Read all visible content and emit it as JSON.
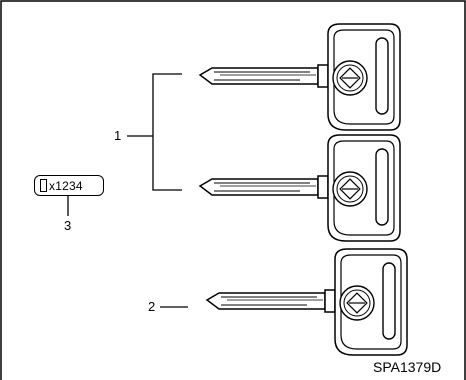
{
  "callouts": {
    "item1": "1",
    "item2": "2",
    "item3": "3"
  },
  "key_number_plate": {
    "text": "x1234",
    "icon": "key-plate-icon"
  },
  "figure_id": "SPA1379D",
  "keys": [
    {
      "name": "master-key-upper",
      "icon": "key-icon"
    },
    {
      "name": "master-key-lower",
      "icon": "key-icon"
    },
    {
      "name": "valet-key",
      "icon": "key-icon"
    }
  ]
}
